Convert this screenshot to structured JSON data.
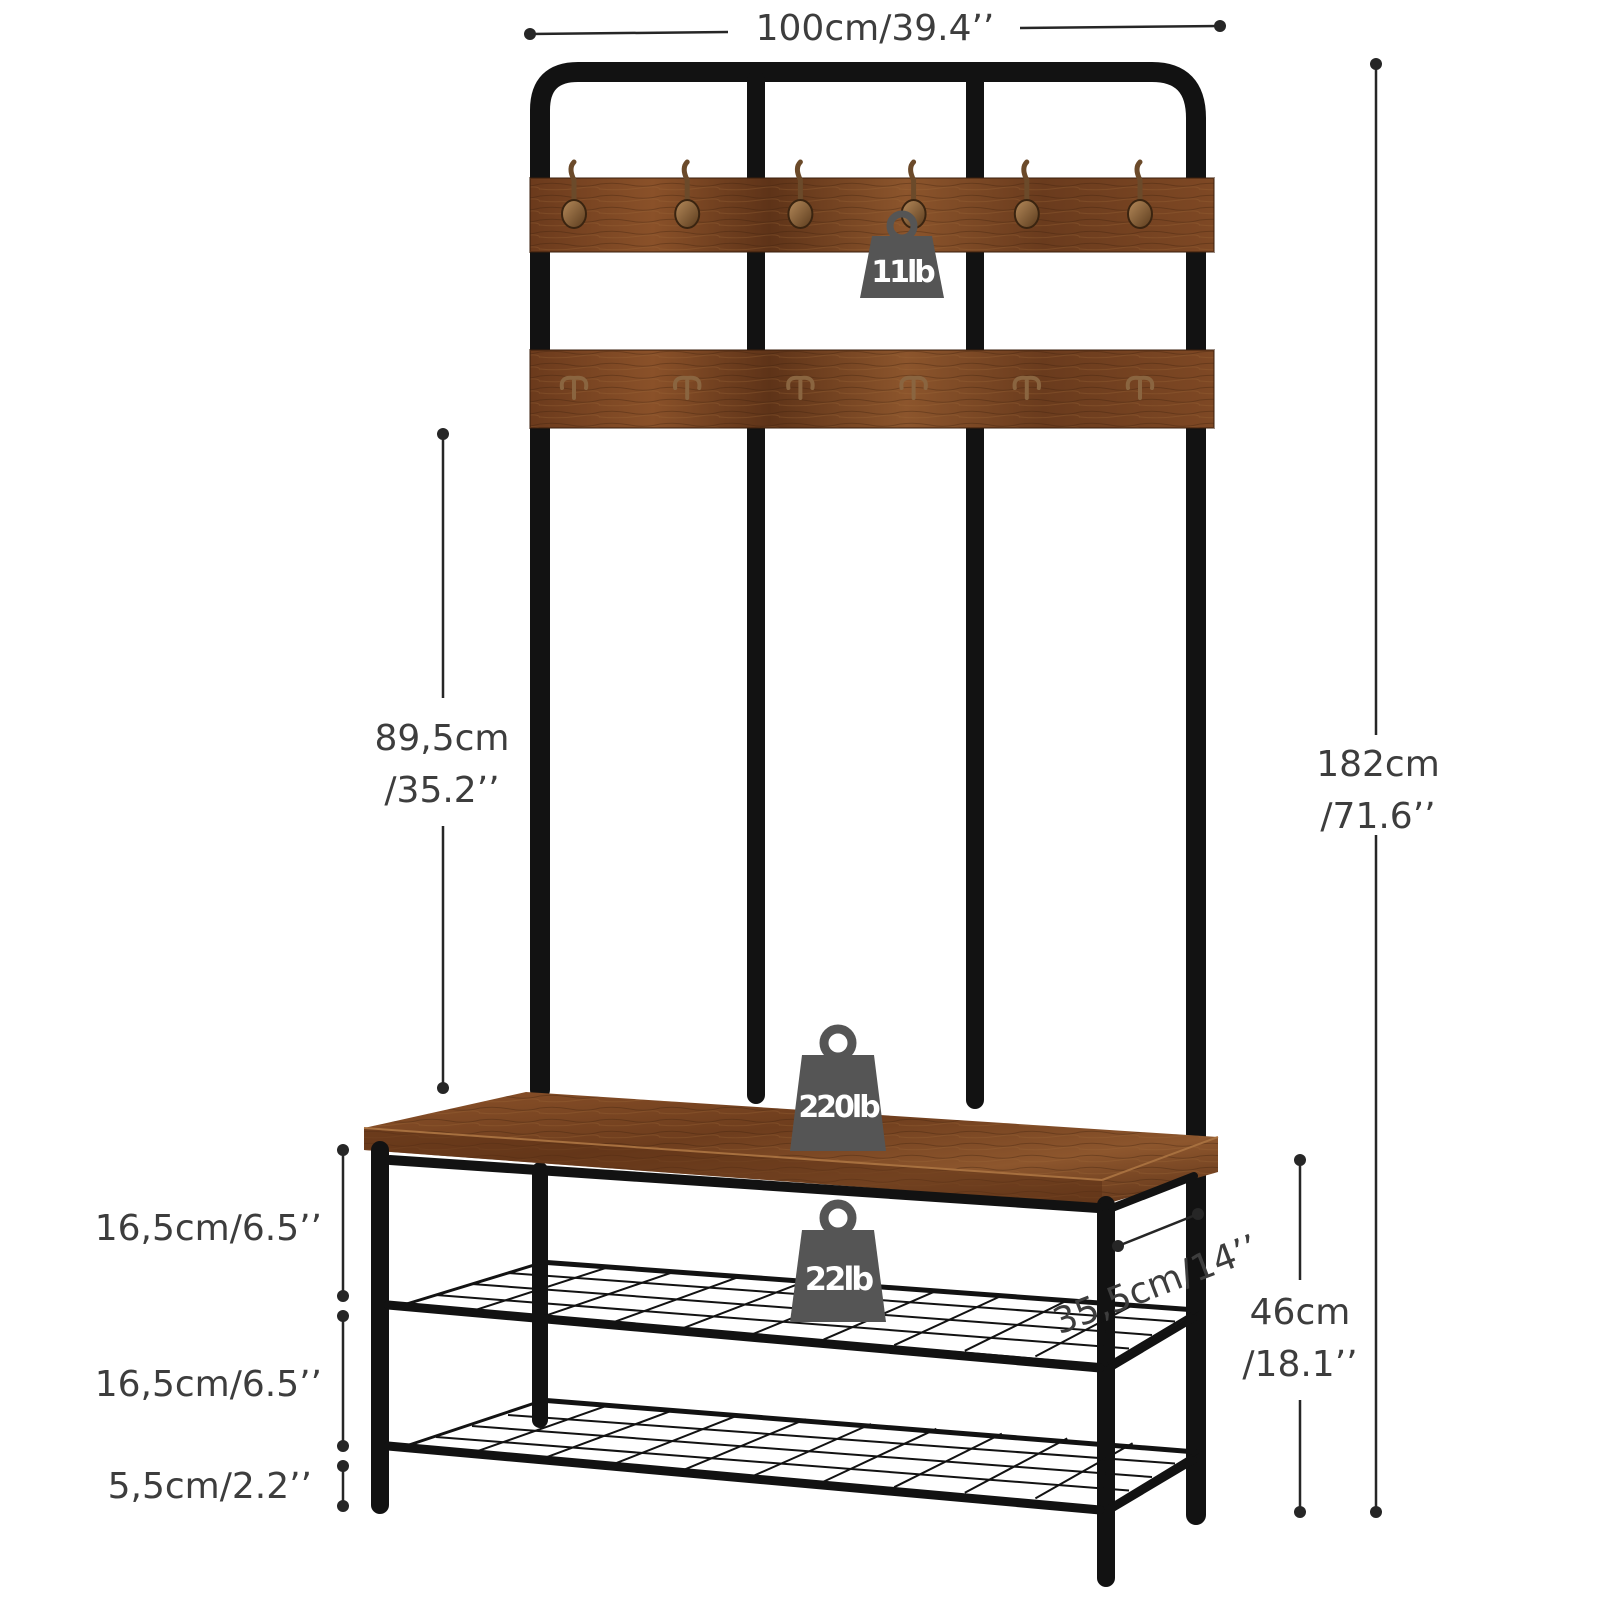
{
  "dimensions": {
    "width": "100cm/39.4’’",
    "total_height_cm": "182cm",
    "total_height_in": "/71.6’’",
    "upper_height_cm": "89,5cm",
    "upper_height_in": "/35.2’’",
    "bench_height_cm": "46cm",
    "bench_height_in": "/18.1’’",
    "depth": "35,5cm/14’’",
    "gap_upper": "16,5cm/6.5’’",
    "gap_lower": "16,5cm/6.5’’",
    "floor_clearance": "5,5cm/2.2’’"
  },
  "load_badges": {
    "hook_rail": "11lb",
    "bench_seat": "220lb",
    "shoe_shelf": "22lb"
  },
  "colors": {
    "frame": "#121212",
    "wood": "#7a4522",
    "wood_dark": "#4a2812",
    "badge": "#555555",
    "dimension_text": "#3d3d3d"
  },
  "hooks": {
    "top_rail_count": 6,
    "lower_rail_count": 6
  },
  "icons": [
    "weight-icon"
  ]
}
